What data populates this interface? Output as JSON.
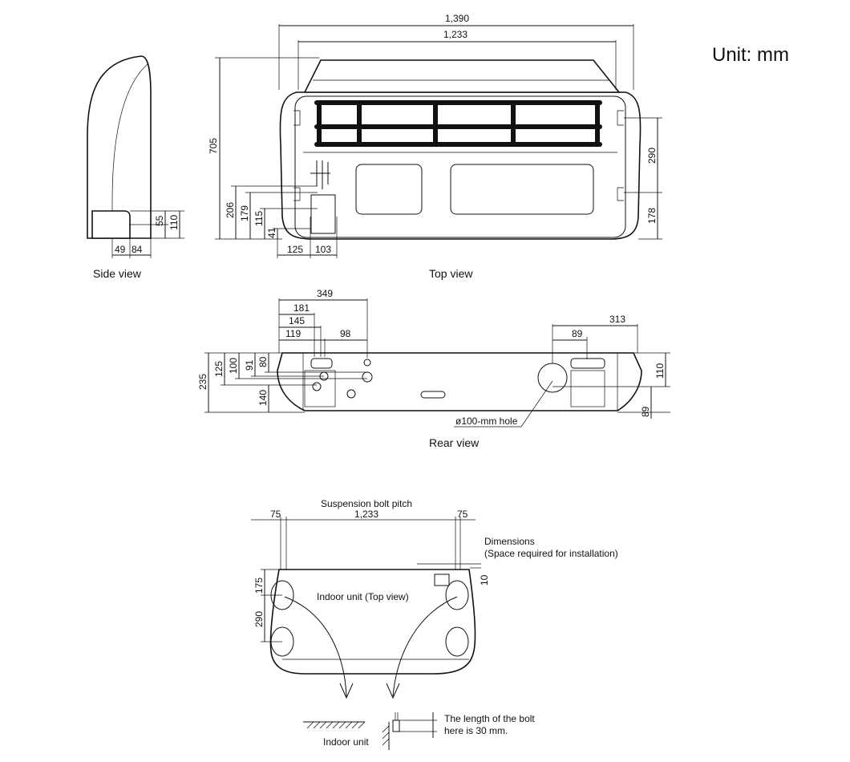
{
  "unit_label": "Unit: mm",
  "captions": {
    "side_view": "Side view",
    "top_view": "Top view",
    "rear_view": "Rear view",
    "suspension_title": "Suspension bolt pitch",
    "dimensions_line1": "Dimensions",
    "dimensions_line2": "(Space required for installation)",
    "indoor_unit_top": "Indoor unit (Top view)",
    "bolt_note_line1": "The length of the bolt",
    "bolt_note_line2": "here is 30 mm.",
    "indoor_unit": "Indoor unit",
    "hole": "ø100-mm hole"
  },
  "dims": {
    "side": {
      "d49": "49",
      "d84": "84",
      "d55": "55",
      "d110": "110"
    },
    "top": {
      "d1390": "1,390",
      "d1233": "1,233",
      "d705": "705",
      "d206": "206",
      "d179": "179",
      "d115": "115",
      "d41": "41",
      "d125": "125",
      "d103": "103",
      "d290": "290",
      "d178": "178"
    },
    "rear": {
      "d349": "349",
      "d181": "181",
      "d145": "145",
      "d119": "119",
      "d98": "98",
      "d313": "313",
      "d89a": "89",
      "d235": "235",
      "d125": "125",
      "d100": "100",
      "d91": "91",
      "d80": "80",
      "d140": "140",
      "d110": "110",
      "d89b": "89"
    },
    "susp": {
      "d75a": "75",
      "d1233": "1,233",
      "d75b": "75",
      "d175": "175",
      "d290": "290",
      "d10": "10"
    }
  }
}
